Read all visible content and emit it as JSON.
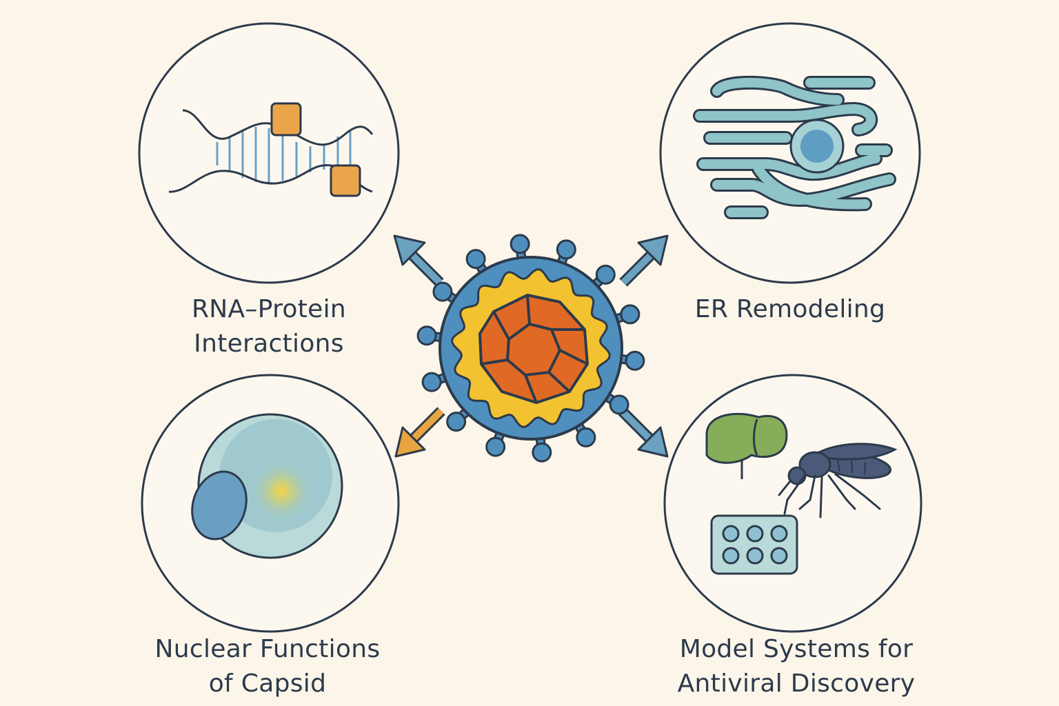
{
  "labels": {
    "rna_protein": [
      "RNA–Protein",
      "Interactions"
    ],
    "er_remodeling": [
      "ER Remodeling"
    ],
    "nuclear_capsid": [
      "Nuclear Functions",
      "of Capsid"
    ],
    "model_systems": [
      "Model Systems for",
      "Antiviral Discovery"
    ]
  },
  "colors": {
    "background": "#fcf5ea",
    "outline": "#2c3a4b",
    "virus_shell": "#4f8fbe",
    "virus_yellow": "#f2c230",
    "virus_core": "#e06a25",
    "teal": "#8fc4c9",
    "orange": "#eaa54a",
    "liver_green": "#86ad5a",
    "arrow_blue": "#6aa2c0",
    "arrow_orange": "#e8a440"
  }
}
